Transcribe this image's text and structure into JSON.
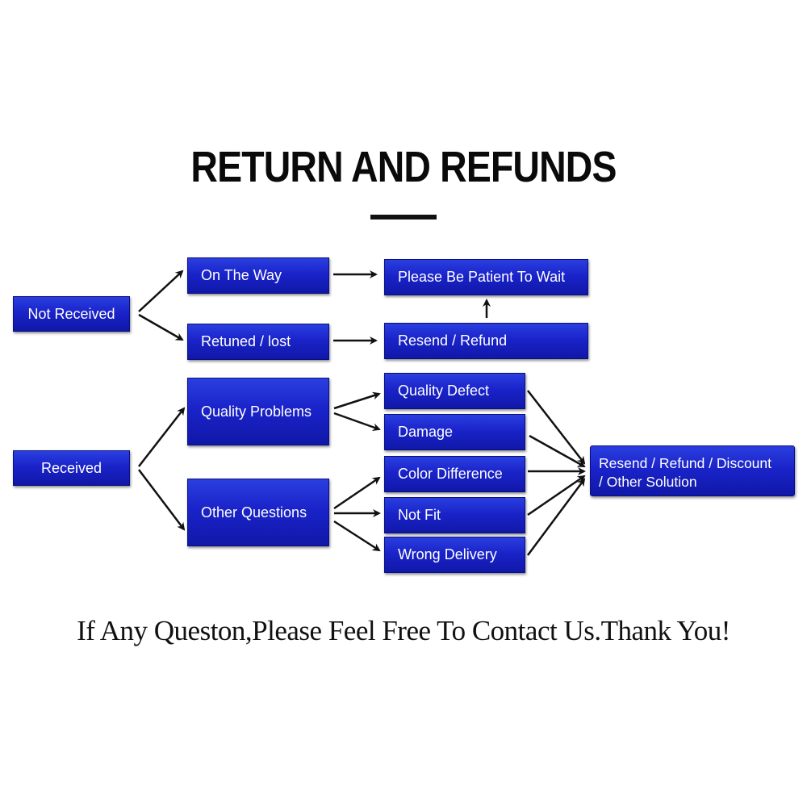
{
  "title": "RETURN AND REFUNDS",
  "nodes": {
    "not_received": "Not Received",
    "on_the_way": "On The Way",
    "returned_lost": "Retuned / lost",
    "be_patient": "Please Be Patient To Wait",
    "resend_refund": "Resend / Refund",
    "received": "Received",
    "quality_problems": "Quality Problems",
    "other_questions": "Other Questions",
    "quality_defect": "Quality Defect",
    "damage": "Damage",
    "color_difference": "Color Difference",
    "not_fit": "Not Fit",
    "wrong_delivery": "Wrong Delivery",
    "solution_line1": "Resend / Refund / Discount",
    "solution_line2": "/ Other Solution"
  },
  "footer": "If Any Queston,Please Feel Free To Contact Us.Thank You!",
  "colors": {
    "box_blue": "#1a23c9",
    "text": "#111111"
  }
}
